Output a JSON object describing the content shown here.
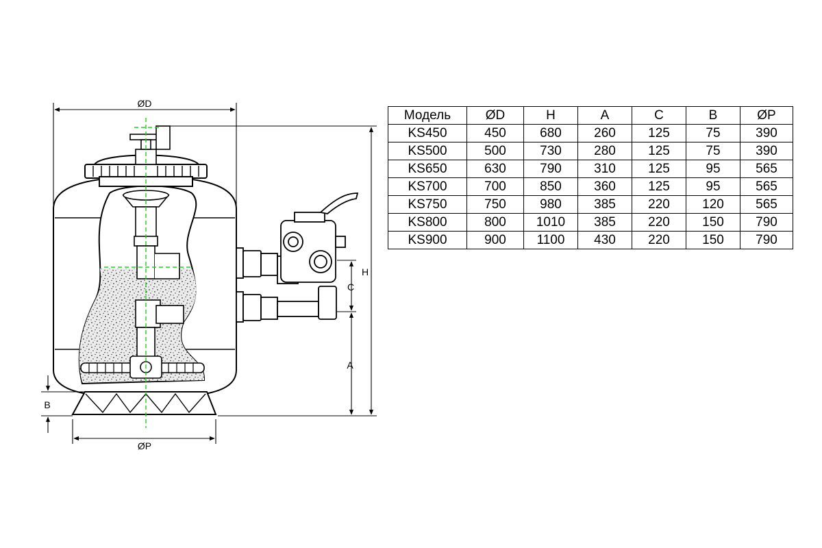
{
  "dimension_labels": {
    "D": "ØD",
    "P": "ØP",
    "H": "H",
    "A": "A",
    "C": "C",
    "B": "B"
  },
  "table": {
    "headers": [
      "Модель",
      "ØD",
      "H",
      "A",
      "C",
      "B",
      "ØP"
    ],
    "rows": [
      [
        "KS450",
        "450",
        "680",
        "260",
        "125",
        "75",
        "390"
      ],
      [
        "KS500",
        "500",
        "730",
        "280",
        "125",
        "75",
        "390"
      ],
      [
        "KS650",
        "630",
        "790",
        "310",
        "125",
        "95",
        "565"
      ],
      [
        "KS700",
        "700",
        "850",
        "360",
        "125",
        "95",
        "565"
      ],
      [
        "KS750",
        "750",
        "980",
        "385",
        "220",
        "120",
        "565"
      ],
      [
        "KS800",
        "800",
        "1010",
        "385",
        "220",
        "150",
        "790"
      ],
      [
        "KS900",
        "900",
        "1100",
        "430",
        "220",
        "150",
        "790"
      ]
    ]
  },
  "colors": {
    "line": "#000000",
    "centerline": "#22cc22",
    "sand": "#e6e6e6",
    "background": "#ffffff"
  }
}
